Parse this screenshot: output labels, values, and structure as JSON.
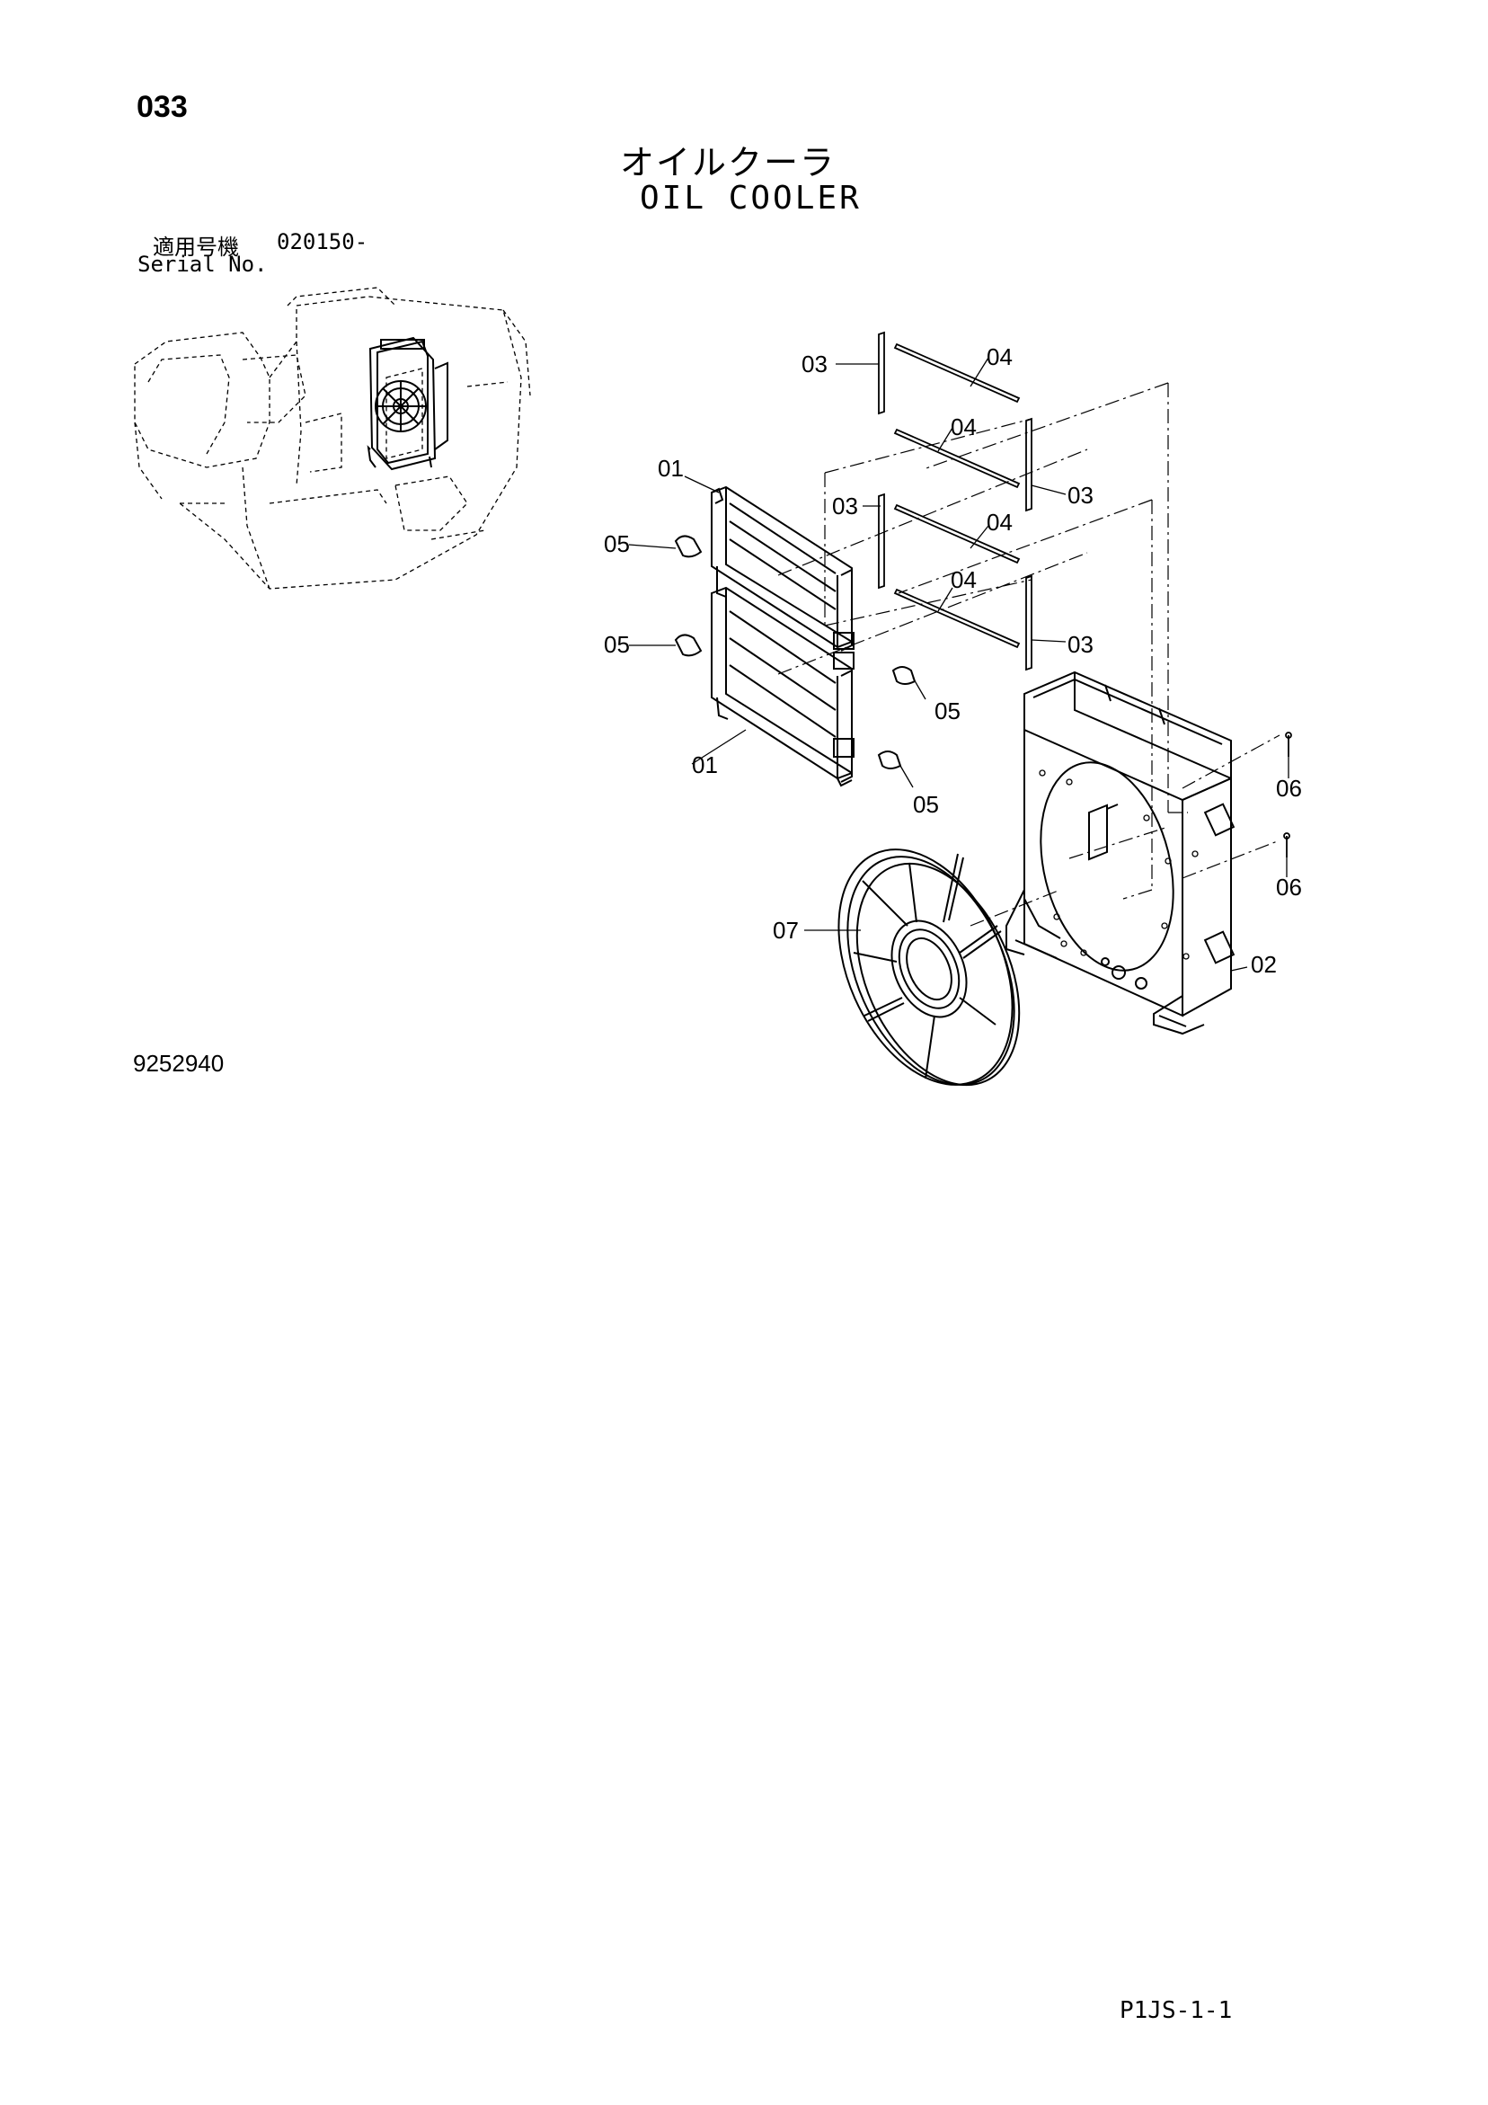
{
  "header": {
    "page_number": "033",
    "title_jp": "オイルクーラ",
    "title_en": "OIL COOLER"
  },
  "serial": {
    "label_jp": "適用号機",
    "label_en": "Serial No.",
    "value": "020150-"
  },
  "callouts": {
    "c01a": "01",
    "c01b": "01",
    "c02": "02",
    "c03a": "03",
    "c03b": "03",
    "c03c": "03",
    "c03d": "03",
    "c04a": "04",
    "c04b": "04",
    "c04c": "04",
    "c04d": "04",
    "c05a": "05",
    "c05b": "05",
    "c05c": "05",
    "c05d": "05",
    "c06a": "06",
    "c06b": "06",
    "c07": "07"
  },
  "footer": {
    "drawing_number": "9252940",
    "page_code": "P1JS-1-1"
  }
}
